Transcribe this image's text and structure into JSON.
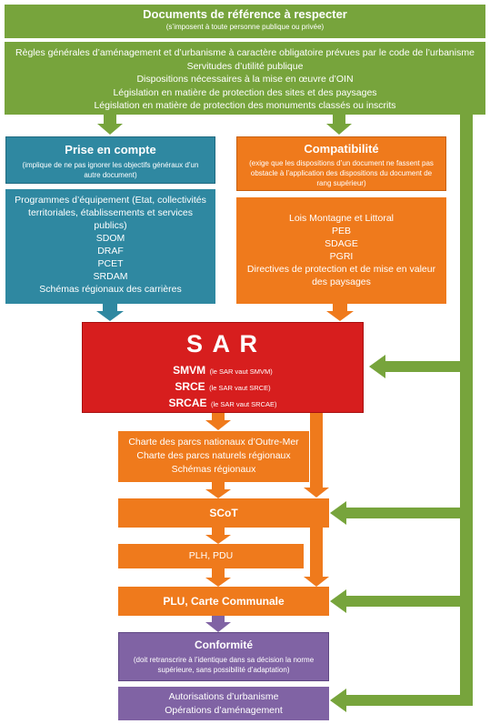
{
  "header": {
    "title": "Documents de référence à respecter",
    "subtitle": "(s’imposent à toute personne publique ou privée)"
  },
  "general_rules": [
    "Règles générales d’aménagement et d’urbanisme à caractère obligatoire prévues par le code de l’urbanisme",
    "Servitudes d’utilité publique",
    "Dispositions nécessaires à la mise en œuvre d’OIN",
    "Législation en matière de protection des sites et des paysages",
    "Législation en matière de protection des monuments classés ou inscrits"
  ],
  "prise_en_compte": {
    "title": "Prise en compte",
    "note": "(implique de ne pas ignorer les objectifs généraux d’un autre document)",
    "items": [
      "Programmes d’équipement (Etat, collectivités territoriales, établissements et services publics)",
      "SDOM",
      "DRAF",
      "PCET",
      "SRDAM",
      "Schémas régionaux des carrières"
    ]
  },
  "compatibilite": {
    "title": "Compatibilité",
    "note": "(exige que les dispositions d’un document ne fassent pas obstacle à l’application des dispositions du document de rang supérieur)",
    "items": [
      "Lois Montagne et Littoral",
      "PEB",
      "SDAGE",
      "PGRI",
      "Directives de protection et de mise en valeur des paysages"
    ]
  },
  "sar": {
    "title": "S A R",
    "lines": [
      {
        "name": "SMVM",
        "note": "(le SAR vaut SMVM)"
      },
      {
        "name": "SRCE",
        "note": "(le SAR vaut SRCE)"
      },
      {
        "name": "SRCAE",
        "note": "(le SAR vaut SRCAE)"
      }
    ]
  },
  "charters": [
    "Charte des parcs nationaux d’Outre-Mer",
    "Charte des parcs naturels régionaux",
    "Schémas régionaux"
  ],
  "scot": "SCoT",
  "plh": "PLH, PDU",
  "plu": "PLU, Carte Communale",
  "conformite": {
    "title": "Conformité",
    "note": "(doit retranscrire à l’identique dans sa décision la norme supérieure, sans possibilité d’adaptation)"
  },
  "autorisations": [
    "Autorisations d’urbanisme",
    "Opérations d’aménagement"
  ],
  "colors": {
    "green": "#77a43c",
    "blue": "#2f88a1",
    "orange": "#ef7a1c",
    "red": "#d71e1e",
    "purple": "#8063a4"
  }
}
